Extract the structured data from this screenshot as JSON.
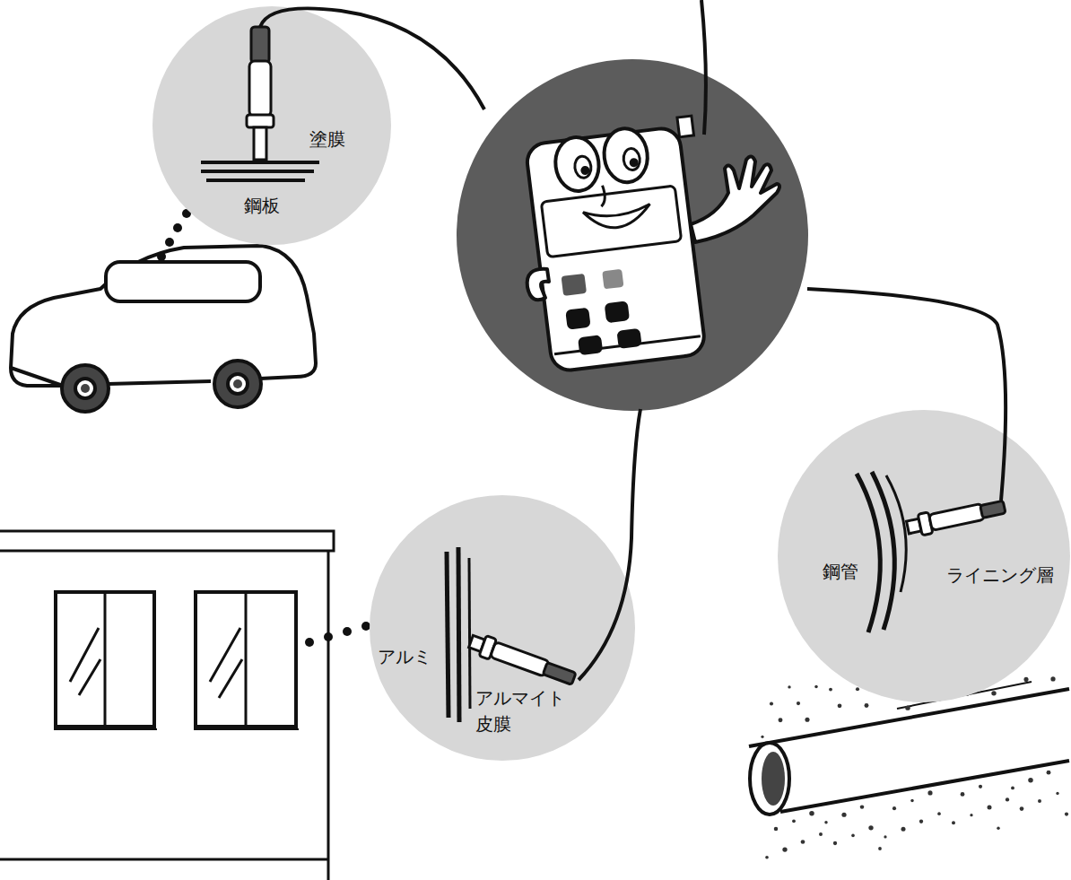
{
  "diagram": {
    "nodes": [
      {
        "text": [
          "塗膜",
          "鋼板"
        ]
      },
      {
        "text": [
          "鋼管",
          "ライニング層"
        ]
      },
      {
        "text": [
          "アルミ",
          "アルマイト 皮膜"
        ]
      }
    ]
  }
}
